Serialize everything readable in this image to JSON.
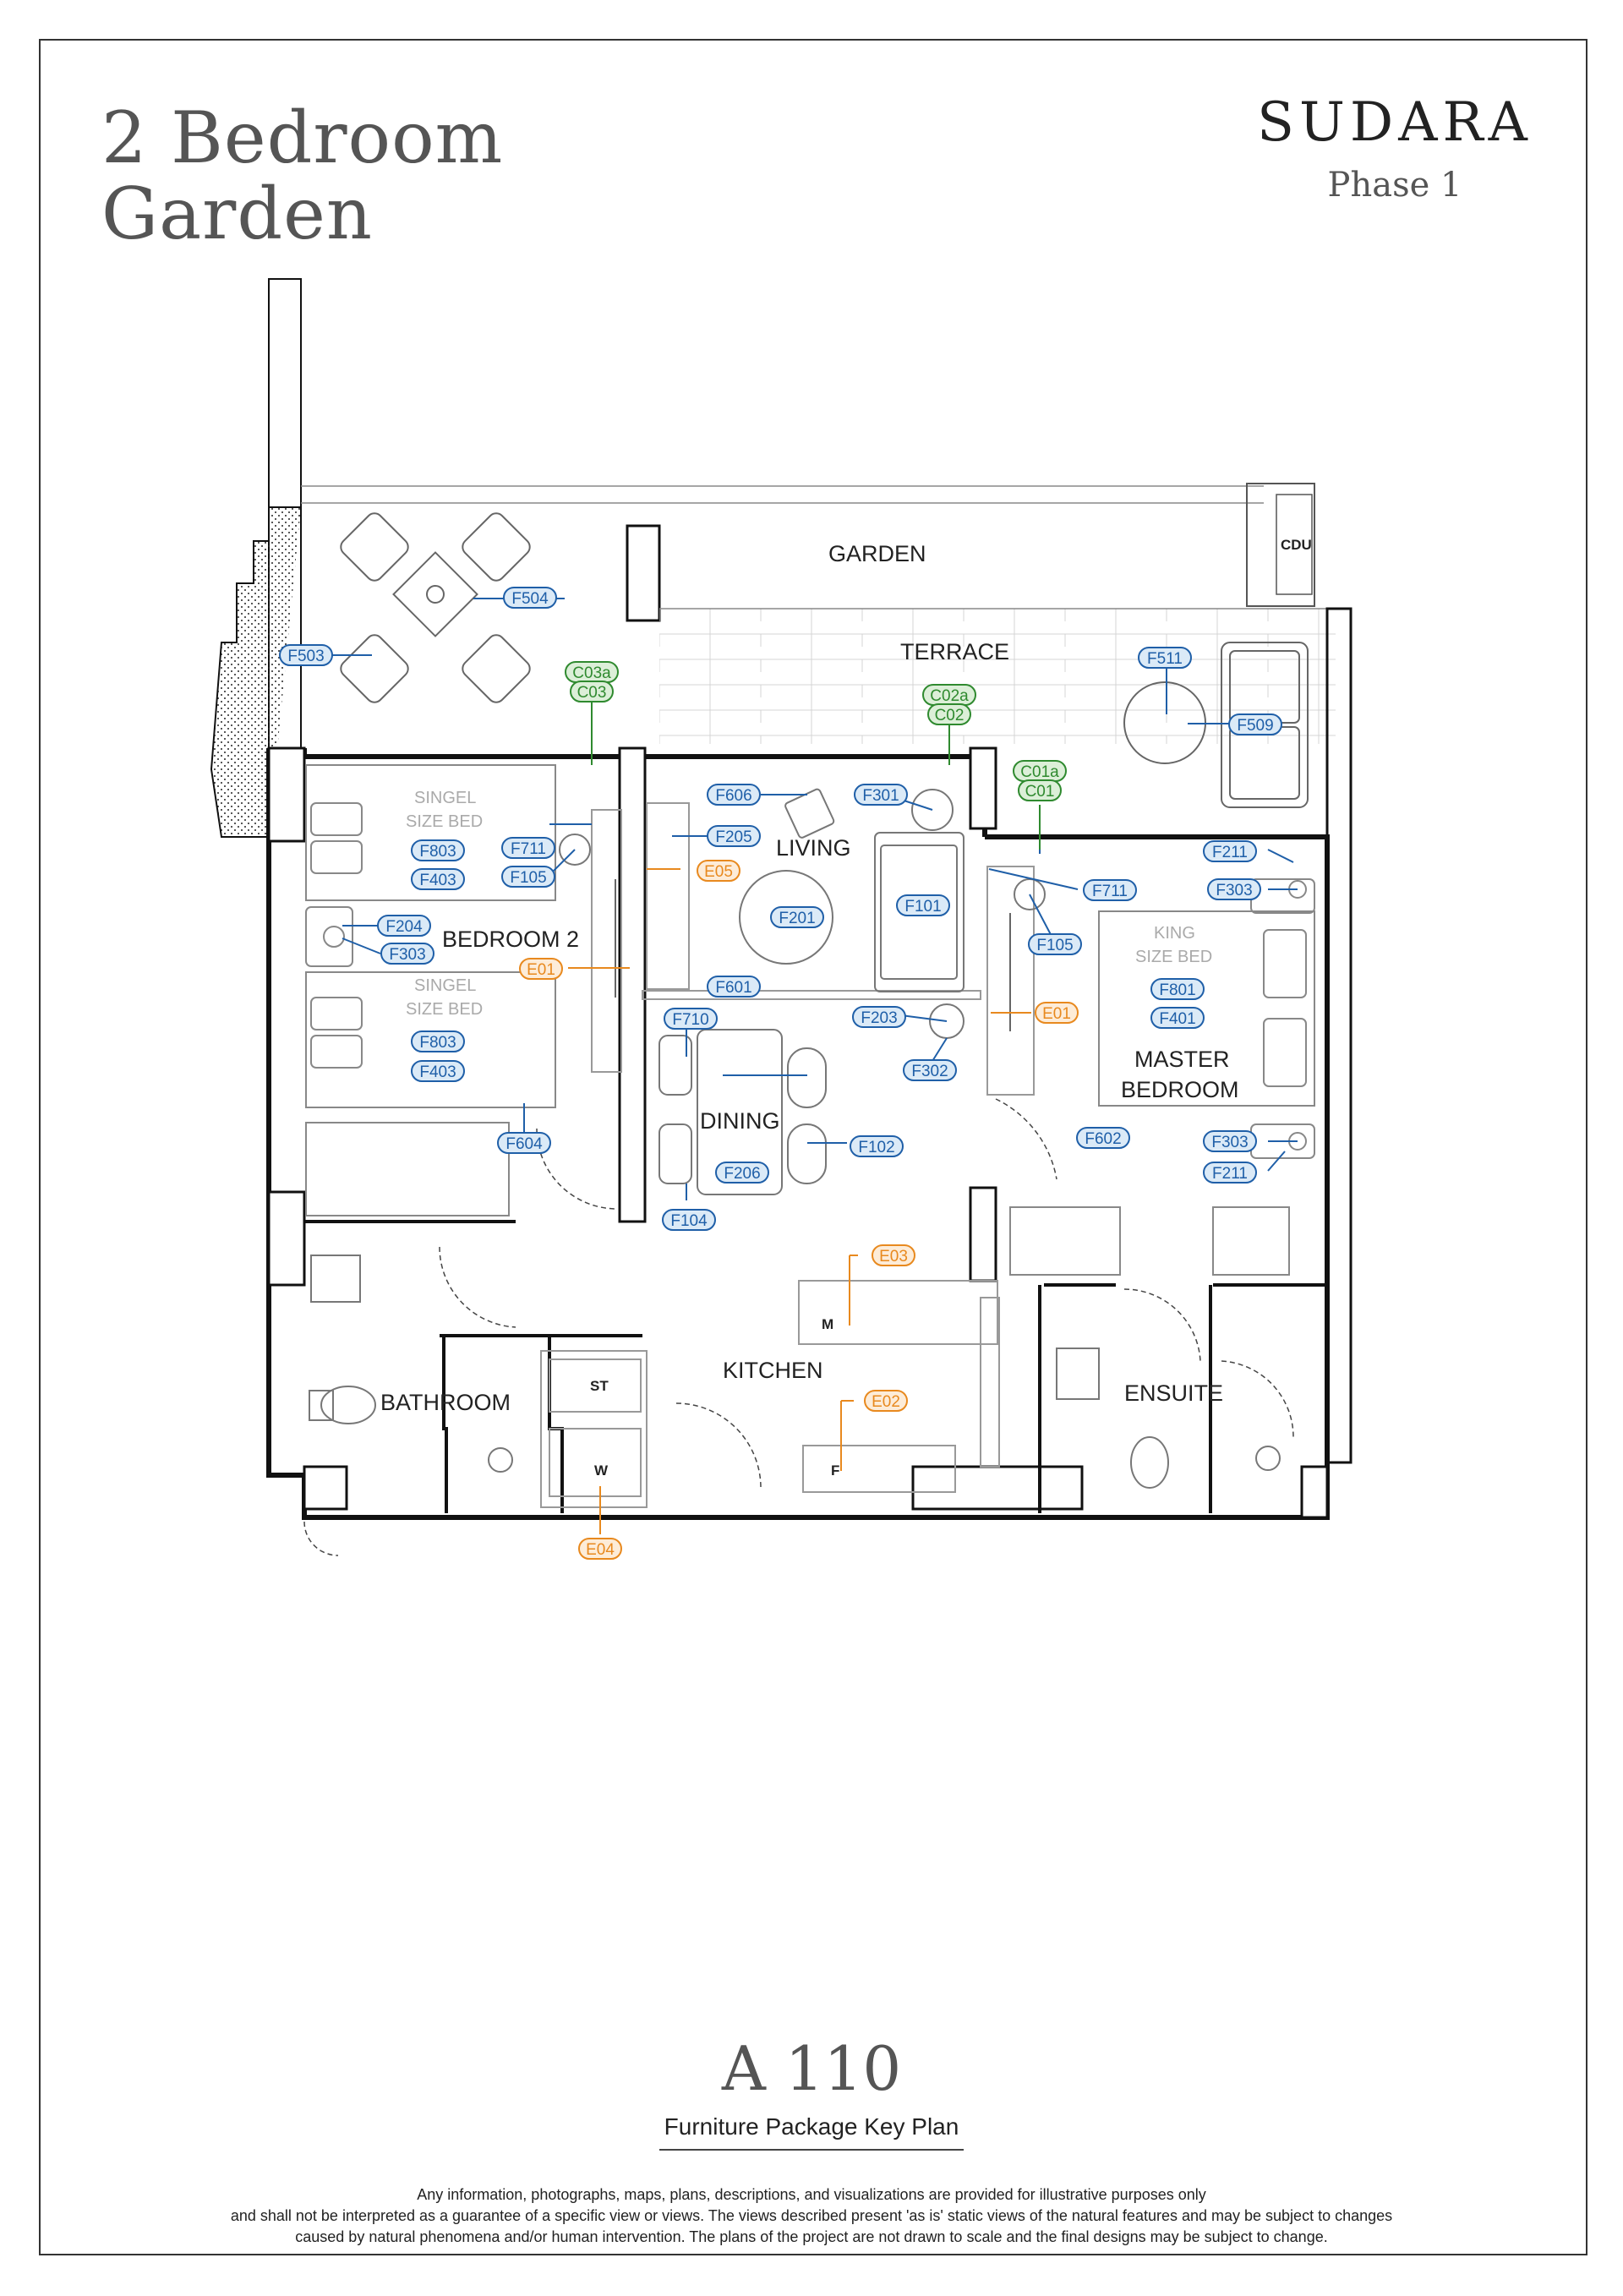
{
  "header": {
    "title_line1": "2 Bedroom",
    "title_line2": "Garden",
    "brand": "SUDARA",
    "phase": "Phase 1"
  },
  "rooms": {
    "garden": "GARDEN",
    "terrace": "TERRACE",
    "living": "LIVING",
    "bedroom2": "BEDROOM 2",
    "dining": "DINING",
    "kitchen": "KITCHEN",
    "bathroom": "BATHROOM",
    "ensuite": "ENSUITE",
    "master_line1": "MASTER",
    "master_line2": "BEDROOM"
  },
  "fixtures": {
    "cdu": "CDU",
    "st": "ST",
    "w": "W",
    "m": "M",
    "f": "F",
    "bed_single_1a": "SINGEL",
    "bed_single_1b": "SIZE BED",
    "bed_single_2a": "SINGEL",
    "bed_single_2b": "SIZE BED",
    "bed_king_a": "KING",
    "bed_king_b": "SIZE BED"
  },
  "tags": {
    "f504": "F504",
    "f503": "F503",
    "c03a": "C03a",
    "c03": "C03",
    "c02a": "C02a",
    "c02": "C02",
    "c01a": "C01a",
    "c01": "C01",
    "f511": "F511",
    "f509": "F509",
    "f803a": "F803",
    "f403a": "F403",
    "f711a": "F711",
    "f105a": "F105",
    "f204": "F204",
    "f303a": "F303",
    "e01a": "E01",
    "f803b": "F803",
    "f403b": "F403",
    "f604": "F604",
    "f606": "F606",
    "f205": "F205",
    "e05": "E05",
    "f301": "F301",
    "f201": "F201",
    "f101": "F101",
    "f601": "F601",
    "f211a": "F211",
    "f711b": "F711",
    "f303b": "F303",
    "f105b": "F105",
    "f801": "F801",
    "f401": "F401",
    "f710": "F710",
    "f203": "F203",
    "e01b": "E01",
    "f302": "F302",
    "f206": "F206",
    "f102": "F102",
    "f104": "F104",
    "f602": "F602",
    "f303c": "F303",
    "f211b": "F211",
    "e03": "E03",
    "e02": "E02",
    "e04": "E04"
  },
  "colors": {
    "furniture_tag": "#1f5fa8",
    "furniture_fill": "#dbeaf7",
    "electrical_tag": "#e8891e",
    "electrical_fill": "#fdecd8",
    "curtain_tag": "#2f8a2f",
    "curtain_fill": "#dcefd8",
    "wall": "#111111",
    "linework": "#9a9a9a"
  },
  "footer": {
    "unit": "A 110",
    "subtitle": "Furniture Package Key Plan",
    "disclaimer_line1": "Any information, photographs, maps, plans, descriptions, and visualizations are provided for illustrative purposes only",
    "disclaimer_line2": "and shall not be interpreted as a guarantee of a specific view or views. The views described present 'as is' static views of the natural features and may be subject to changes",
    "disclaimer_line3": "caused by natural phenomena and/or human intervention. The plans of the project are not drawn to scale and the final designs may be subject to change."
  }
}
